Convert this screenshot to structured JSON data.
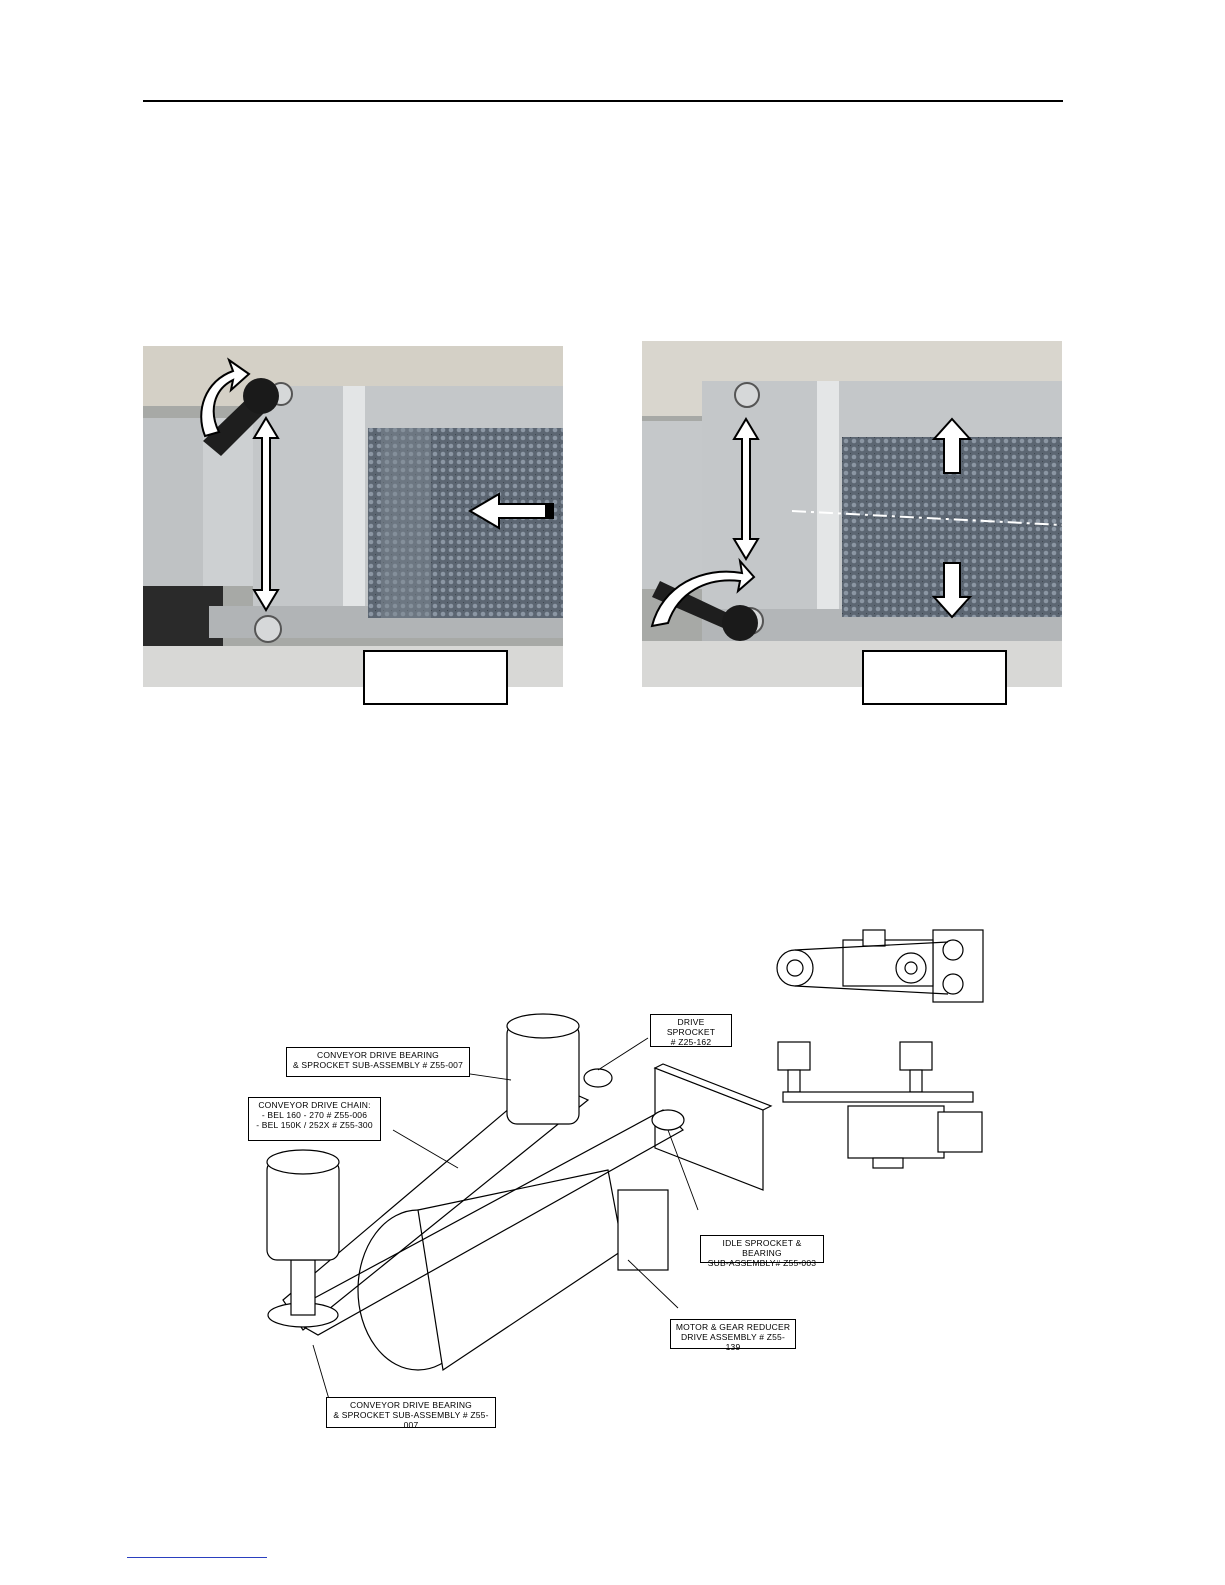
{
  "callouts": {
    "drive_sprocket": "DRIVE SPROCKET\n# Z25-162",
    "top_bearing": "CONVEYOR DRIVE BEARING\n& SPROCKET SUB-ASSEMBLY # Z55-007",
    "drive_chain": "CONVEYOR DRIVE CHAIN:\n- BEL 160 - 270 # Z55-006\n- BEL 150K / 252X # Z55-300",
    "idle_sprocket": "IDLE SPROCKET & BEARING\nSUB-ASSEMBLY# Z55-003",
    "motor": "MOTOR & GEAR REDUCER\nDRIVE ASSEMBLY # Z55-139",
    "bottom_bearing": "CONVEYOR DRIVE BEARING\n& SPROCKET SUB-ASSEMBLY # Z55-007"
  },
  "captions": {
    "left": "",
    "right": ""
  },
  "icons": {
    "left_photo": [
      "rotate-arrow-icon",
      "vertical-double-arrow-icon",
      "left-arrow-icon"
    ],
    "right_photo": [
      "vertical-double-arrow-icon",
      "rotate-arrow-icon",
      "up-arrow-icon",
      "down-arrow-icon"
    ]
  },
  "colors": {
    "belt": "#5c6672",
    "frame": "#c9cbcc",
    "link_underline": "#2a3fbf"
  }
}
